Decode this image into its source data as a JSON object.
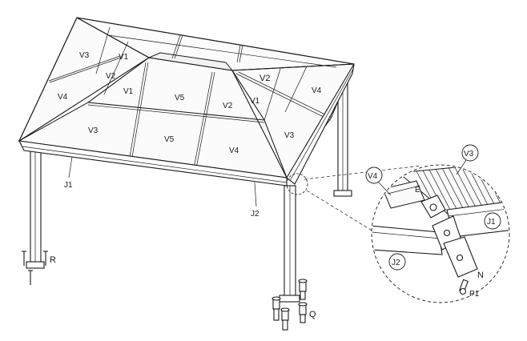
{
  "panel_labels": {
    "v3_back_left": "V3",
    "v1_back_left": "V1",
    "v2_left": "V2",
    "v4_left": "V4",
    "v1_front_left": "V1",
    "v5_center": "V5",
    "v2_right": "V2",
    "v1_right": "V1",
    "v2_back_right": "V2",
    "v4_back_right": "V4",
    "v3_front_left": "V3",
    "v5_front": "V5",
    "v4_front": "V4",
    "v3_right": "V3"
  },
  "frame_labels": {
    "j1": "J1",
    "j2": "J2",
    "r": "R",
    "q": "Q"
  },
  "detail_labels": {
    "v4": "V4",
    "v3": "V3",
    "e": "E",
    "j1": "J1",
    "j2": "J2",
    "n": "N",
    "p1": "P1"
  }
}
